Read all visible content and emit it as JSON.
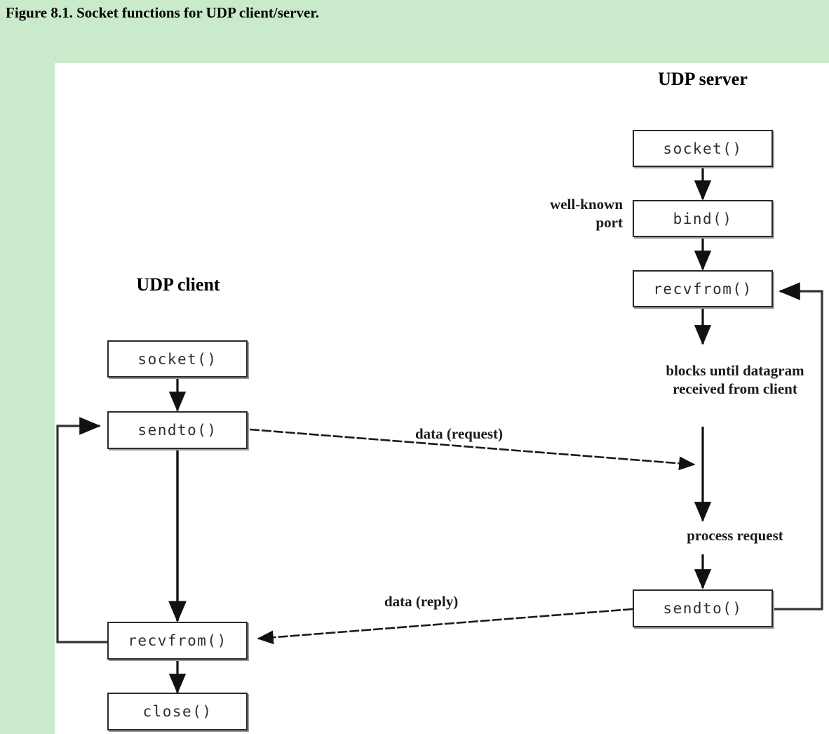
{
  "figure": {
    "title": "Figure 8.1. Socket functions for UDP client/server.",
    "background_color": "#c9ebcb",
    "canvas_color": "#ffffff"
  },
  "diagram": {
    "type": "flowchart",
    "columns": [
      {
        "id": "client",
        "heading": "UDP client"
      },
      {
        "id": "server",
        "heading": "UDP server"
      }
    ],
    "client_nodes": [
      {
        "id": "client-socket",
        "label": "socket()"
      },
      {
        "id": "client-sendto",
        "label": "sendto()"
      },
      {
        "id": "client-recvfrom",
        "label": "recvfrom()"
      },
      {
        "id": "client-close",
        "label": "close()"
      }
    ],
    "server_nodes": [
      {
        "id": "server-socket",
        "label": "socket()"
      },
      {
        "id": "server-bind",
        "label": "bind()"
      },
      {
        "id": "server-recvfrom",
        "label": "recvfrom()"
      },
      {
        "id": "server-sendto",
        "label": "sendto()"
      }
    ],
    "annotations": [
      {
        "id": "well-known-port",
        "text": "well-known\nport"
      },
      {
        "id": "blocks-until",
        "text": "blocks until datagram\nreceived from client"
      },
      {
        "id": "process-request",
        "text": "process request"
      }
    ],
    "wire_labels": [
      {
        "id": "data-request",
        "text": "data (request)"
      },
      {
        "id": "data-reply",
        "text": "data (reply)"
      }
    ],
    "colors": {
      "box_border": "#2b2b2b",
      "box_shadow": "#9b9b9b",
      "box_fill": "#ffffff",
      "text": "#2f2f2f",
      "arrow": "#111111"
    }
  }
}
